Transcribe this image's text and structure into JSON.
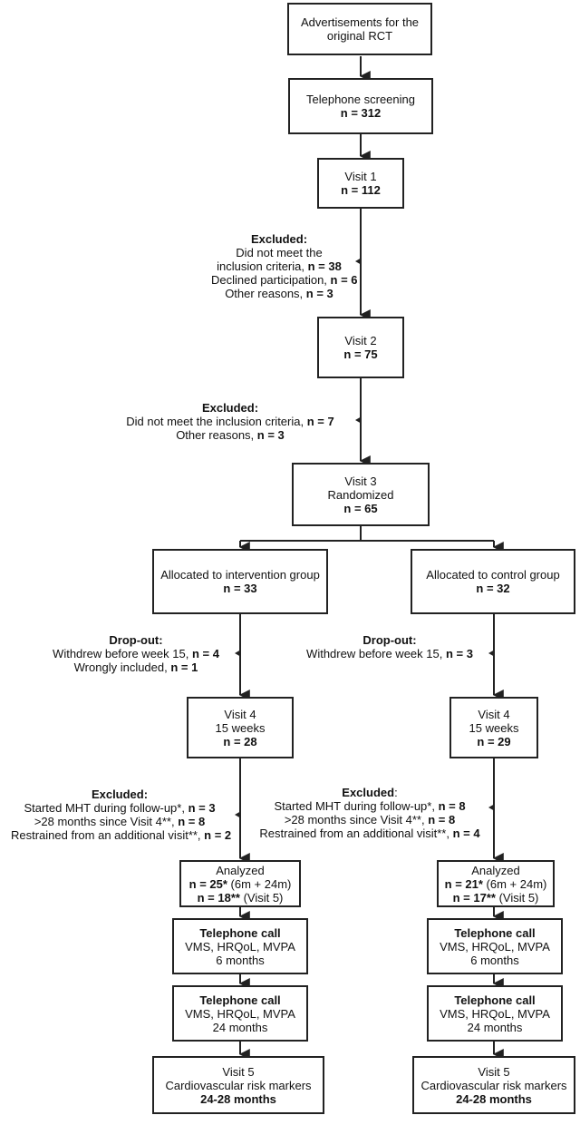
{
  "boxes": {
    "advertisements": {
      "lines": [
        "Advertisements for the",
        "original RCT"
      ]
    },
    "telephone_screening": {
      "title": "Telephone screening",
      "n": "n = 312"
    },
    "visit1": {
      "title": "Visit 1",
      "n": "n = 112"
    },
    "visit2": {
      "title": "Visit 2",
      "n": "n = 75"
    },
    "visit3": {
      "title": "Visit 3",
      "sub": "Randomized",
      "n": "n = 65"
    },
    "alloc_intervention": {
      "title": "Allocated to intervention group",
      "n": "n = 33"
    },
    "alloc_control": {
      "title": "Allocated to control group",
      "n": "n = 32"
    },
    "visit4_intervention": {
      "title": "Visit 4",
      "sub": "15 weeks",
      "n": "n = 28"
    },
    "visit4_control": {
      "title": "Visit 4",
      "sub": "15 weeks",
      "n": "n = 29"
    },
    "analyzed_intervention": {
      "title": "Analyzed",
      "n1_bold": "n = 25*",
      "n1_rest": " (6m + 24m)",
      "n2_bold": "n = 18**",
      "n2_rest": " (Visit 5)"
    },
    "analyzed_control": {
      "title": "Analyzed",
      "n1_bold": "n = 21*",
      "n1_rest": " (6m + 24m)",
      "n2_bold": "n = 17**",
      "n2_rest": " (Visit 5)"
    },
    "call6_intervention": {
      "title": "Telephone call",
      "sub": "VMS, HRQoL, MVPA",
      "time": "6 months"
    },
    "call6_control": {
      "title": "Telephone call",
      "sub": "VMS, HRQoL, MVPA",
      "time": "6 months"
    },
    "call24_intervention": {
      "title": "Telephone call",
      "sub": "VMS, HRQoL, MVPA",
      "time": "24 months"
    },
    "call24_control": {
      "title": "Telephone call",
      "sub": "VMS, HRQoL, MVPA",
      "time": "24 months"
    },
    "visit5_intervention": {
      "title": "Visit 5",
      "sub": "Cardiovascular risk markers",
      "time": "24-28 months"
    },
    "visit5_control": {
      "title": "Visit 5",
      "sub": "Cardiovascular risk markers",
      "time": "24-28 months"
    }
  },
  "notes": {
    "excluded1": {
      "heading": "Excluded:",
      "l1": "Did not meet the",
      "l2_text": "inclusion criteria, ",
      "l2_n": "n = 38",
      "l3_text": "Declined participation, ",
      "l3_n": "n = 6",
      "l4_text": "Other reasons, ",
      "l4_n": "n = 3"
    },
    "excluded2": {
      "heading": "Excluded:",
      "l1_text": "Did not meet the inclusion criteria, ",
      "l1_n": "n = 7",
      "l2_text": "Other reasons, ",
      "l2_n": "n = 3"
    },
    "dropout_intervention": {
      "heading": "Drop-out:",
      "l1_text": "Withdrew before week 15, ",
      "l1_n": "n = 4",
      "l2_text": "Wrongly included, ",
      "l2_n": "n = 1"
    },
    "dropout_control": {
      "heading": "Drop-out:",
      "l1_text": "Withdrew before week 15, ",
      "l1_n": "n = 3"
    },
    "excluded_intervention": {
      "heading": "Excluded:",
      "l1_text": "Started MHT during follow-up*, ",
      "l1_n": "n = 3",
      "l2_text": ">28 months since Visit 4**, ",
      "l2_n": "n = 8",
      "l3_text": "Restrained from an additional visit**, ",
      "l3_n": "n = 2"
    },
    "excluded_control": {
      "heading": "Excluded",
      "heading_tail": ":",
      "l1_text": "Started MHT during follow-up*, ",
      "l1_n": "n = 8",
      "l2_text": ">28 months since Visit 4**, ",
      "l2_n": "n = 8",
      "l3_text": "Restrained from an additional visit**, ",
      "l3_n": "n = 4"
    }
  },
  "colors": {
    "line": "#222222",
    "box_border": "#222222",
    "background": "#ffffff"
  }
}
